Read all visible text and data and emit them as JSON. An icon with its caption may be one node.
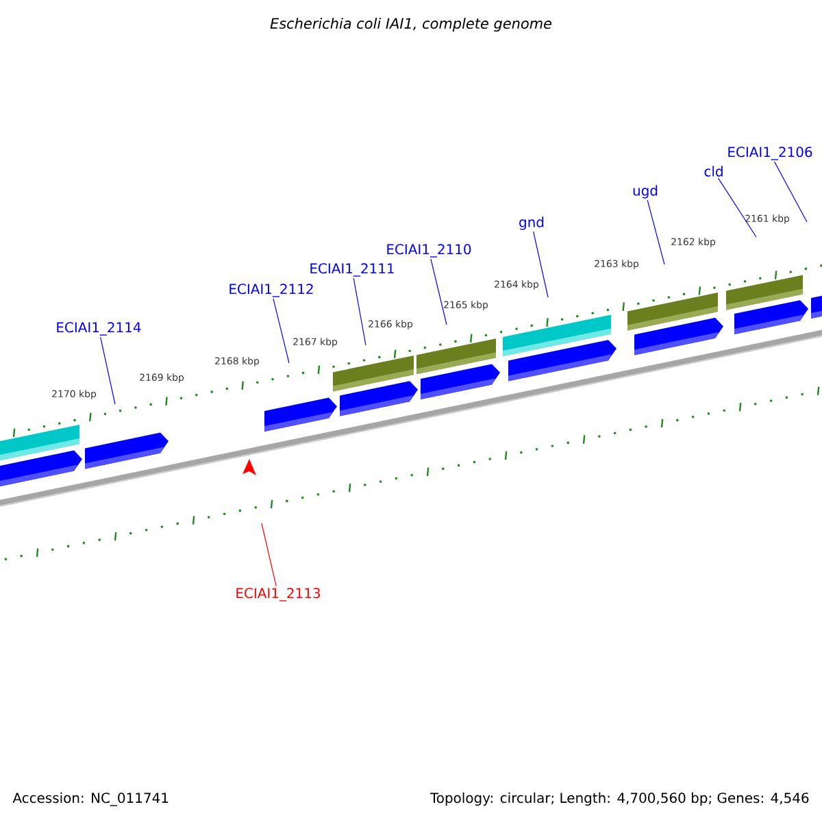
{
  "diagram": {
    "title": "Escherichia coli IAI1, complete genome",
    "nodes": [
      {
        "text": [
          "ECIAI1_2114"
        ]
      },
      {
        "text": [
          "ECIAI1_2112"
        ]
      },
      {
        "text": [
          "ECIAI1_2111"
        ]
      },
      {
        "text": [
          "ECIAI1_2110"
        ]
      },
      {
        "text": [
          "gnd"
        ]
      },
      {
        "text": [
          "ugd"
        ]
      },
      {
        "text": [
          "cld"
        ]
      },
      {
        "text": [
          "ECIAI1_2106"
        ]
      },
      {
        "text": [
          "ECIAI1_2113"
        ]
      }
    ],
    "edges": [
      {
        "from": 0,
        "to": null,
        "arrow": "none"
      },
      {
        "from": 1,
        "to": null,
        "arrow": "none"
      },
      {
        "from": 2,
        "to": null,
        "arrow": "none"
      },
      {
        "from": 3,
        "to": null,
        "arrow": "none"
      },
      {
        "from": 4,
        "to": null,
        "arrow": "none"
      },
      {
        "from": 5,
        "to": null,
        "arrow": "none"
      },
      {
        "from": 6,
        "to": null,
        "arrow": "none"
      },
      {
        "from": 7,
        "to": null,
        "arrow": "none"
      },
      {
        "from": 8,
        "to": null,
        "arrow": "none",
        "color": "#ff0000"
      }
    ],
    "labels": [
      "2161 kbp",
      "2162 kbp",
      "2163 kbp",
      "2164 kbp",
      "2165 kbp",
      "2166 kbp",
      "2167 kbp",
      "2168 kbp",
      "2169 kbp",
      "2170 kbp",
      "Accession: NC_011741",
      "Topology: circular; Length: 4,700,560 bp; Genes: 4,546"
    ]
  }
}
